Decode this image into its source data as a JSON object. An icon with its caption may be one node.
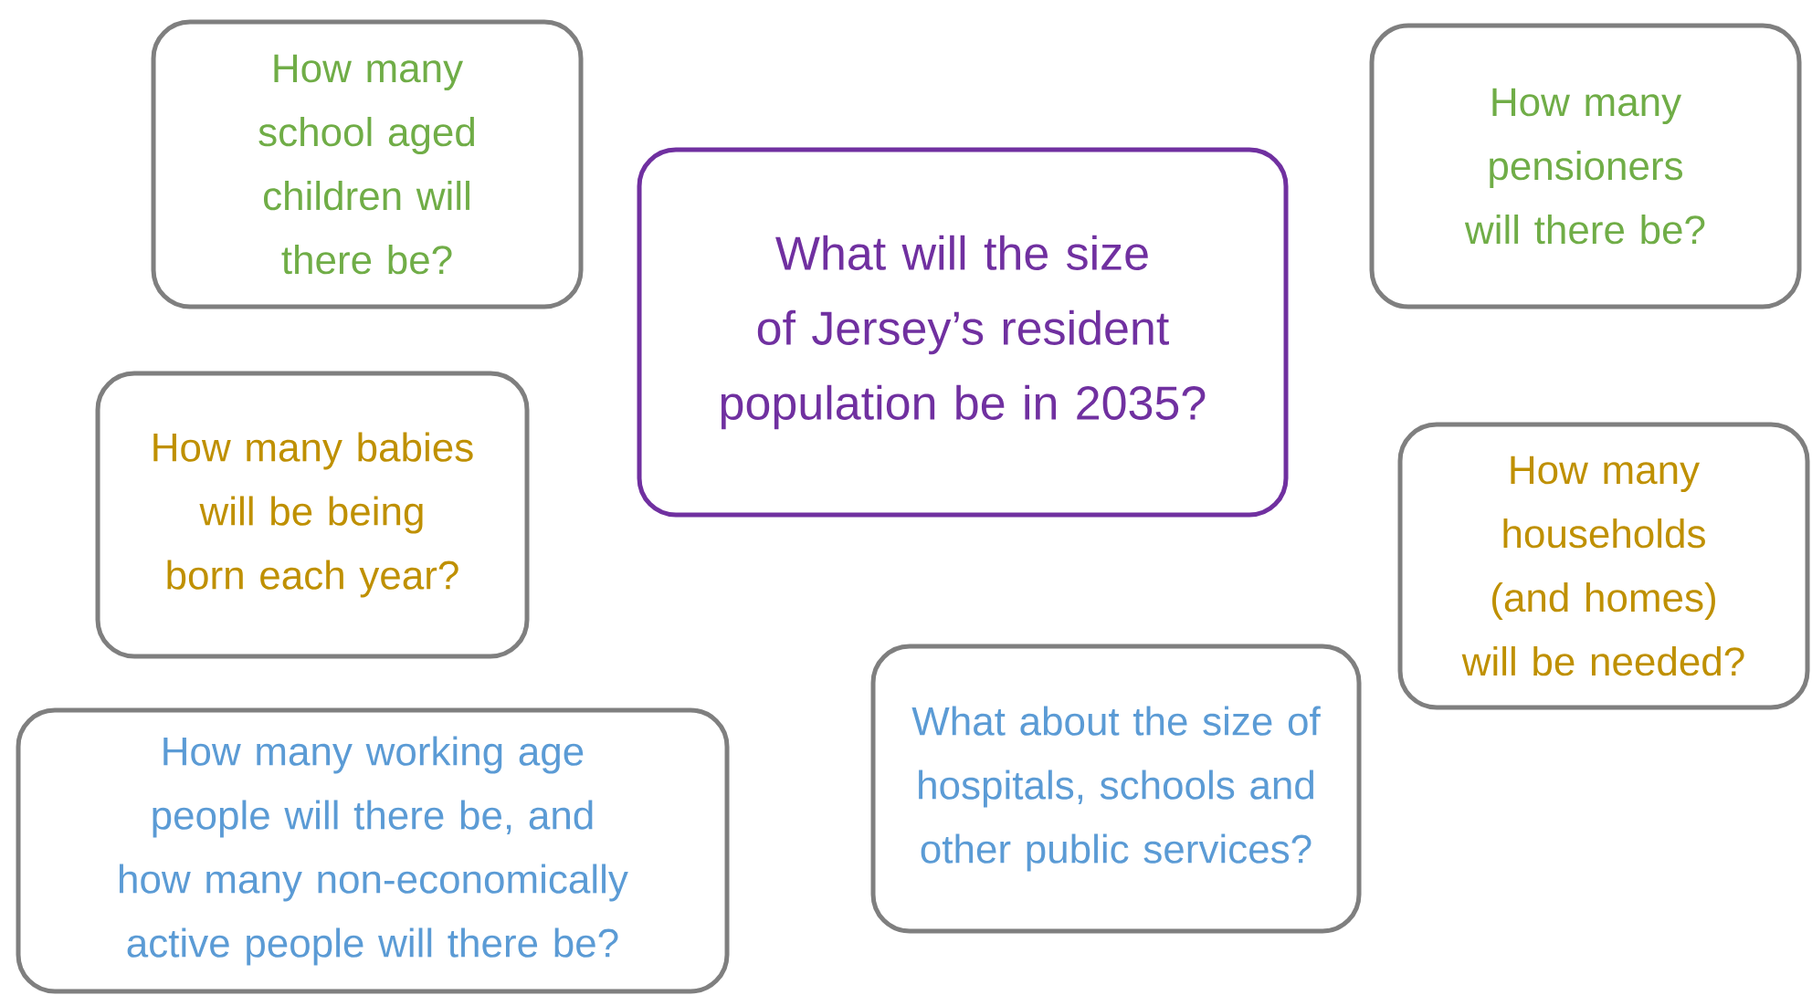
{
  "diagram": {
    "nodes": [
      {
        "text": [
          "How many school aged children will there be?"
        ]
      },
      {
        "text": [
          "What will the size of Jersey’s resident population be in 2035?"
        ]
      },
      {
        "text": [
          "How many pensioners will there be?"
        ]
      },
      {
        "text": [
          "How many babies will be being born each year?"
        ]
      },
      {
        "text": [
          "How many households (and homes) will be needed?"
        ]
      },
      {
        "text": [
          "What about the size of hospitals, schools and other public services?"
        ]
      },
      {
        "text": [
          "How many working age people will there be, and how many non-economically active people will there be?"
        ]
      }
    ]
  }
}
